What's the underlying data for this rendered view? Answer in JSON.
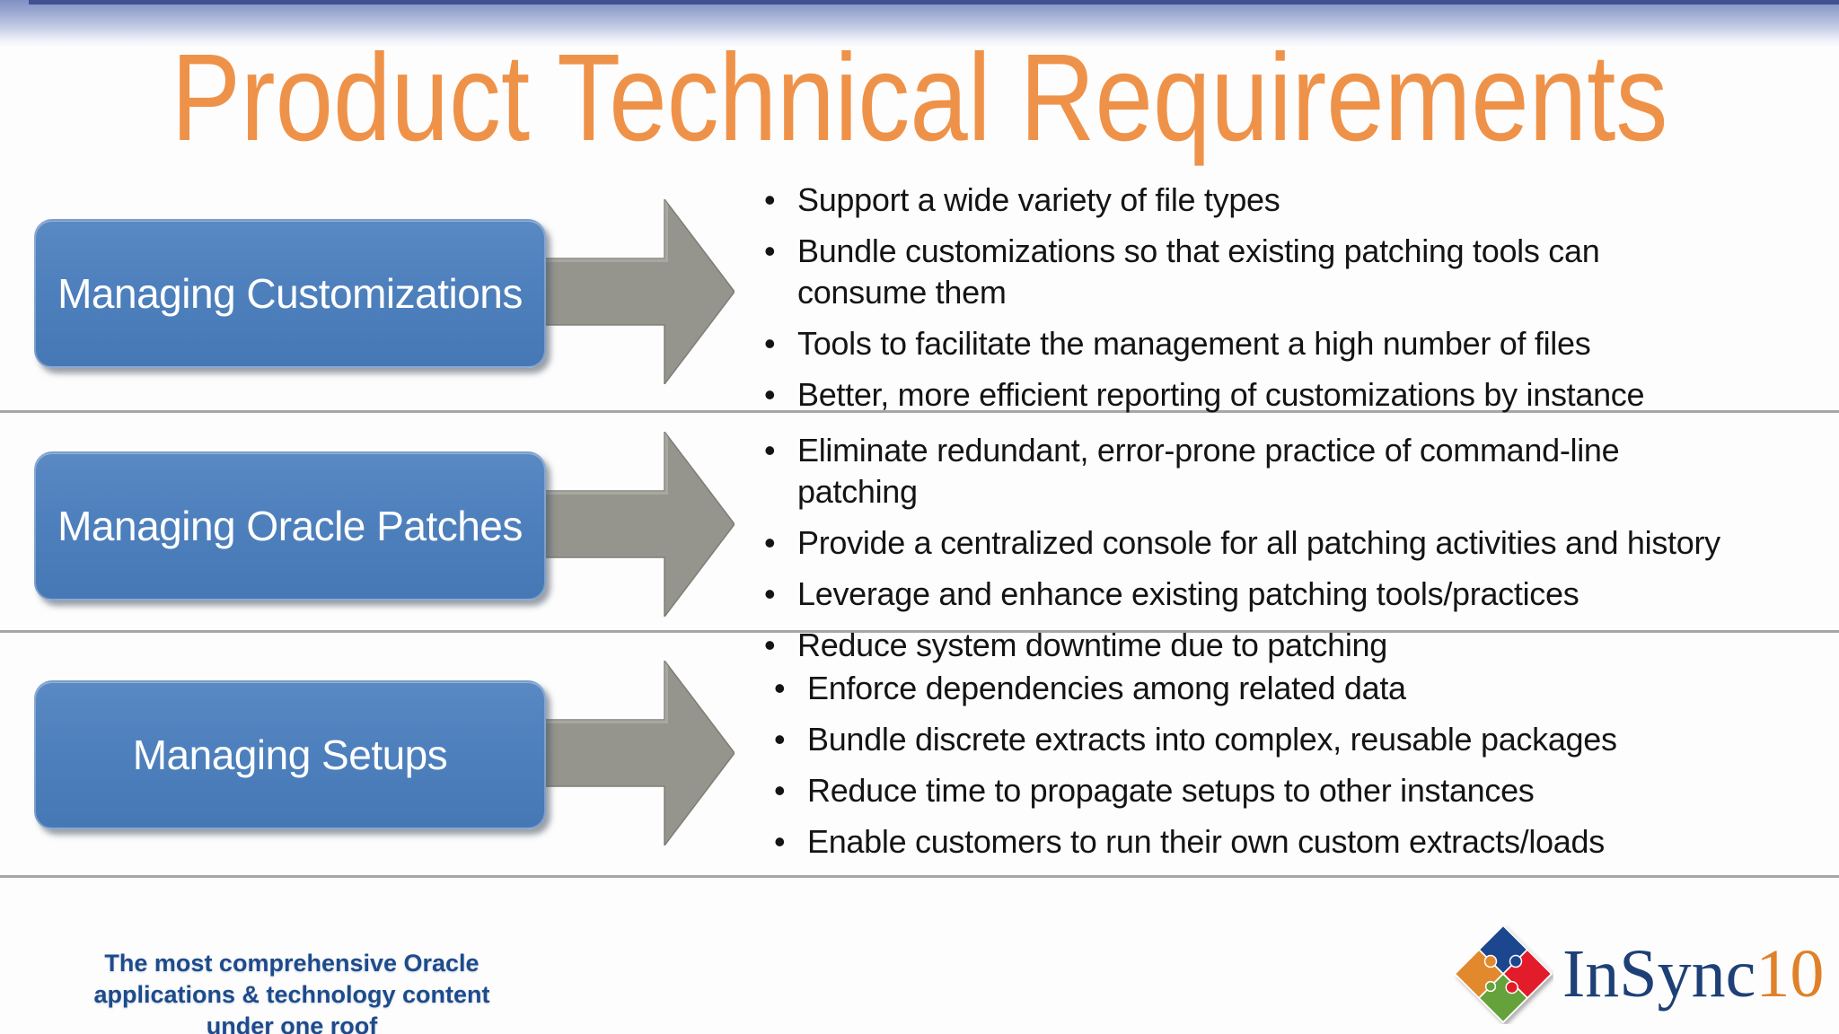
{
  "slide": {
    "title": "Product Technical Requirements",
    "sections": [
      {
        "box_label": "Managing Customizations",
        "bullets": [
          "Support a wide variety of file types",
          [
            "Bundle customizations so that existing patching tools can",
            "consume them"
          ],
          "Tools to facilitate the management a high number of files",
          "Better, more efficient reporting of customizations by instance"
        ]
      },
      {
        "box_label": "Managing Oracle Patches",
        "bullets": [
          [
            "Eliminate redundant, error-prone practice of command-line",
            "patching"
          ],
          "Provide a centralized console for all patching activities and history",
          "Leverage and enhance existing patching tools/practices",
          "Reduce system downtime due to patching"
        ]
      },
      {
        "box_label": "Managing Setups",
        "bullets": [
          "Enforce dependencies among related data",
          "Bundle discrete extracts into complex, reusable packages",
          "Reduce time to propagate setups to other instances",
          "Enable customers to run their own custom extracts/loads"
        ]
      }
    ],
    "footer": {
      "tagline": [
        "The most comprehensive Oracle applications &",
        "technology content under one roof"
      ],
      "logo_text": "InSync",
      "logo_suffix": "10"
    },
    "colors": {
      "title_orange": "#EF9249",
      "box_blue": "#4E80BD",
      "arrow_gray": "#95958D",
      "divider_gray": "#A6A6A6",
      "tagline_blue": "#1D4B8C",
      "logo_navy": "#1E4077",
      "logo_orange": "#E0812A",
      "puzzle_blue": "#1C478F",
      "puzzle_orange": "#E2892F",
      "puzzle_red": "#E21E2C",
      "puzzle_green": "#66A23B",
      "banner_blue": "#8191C3"
    }
  }
}
